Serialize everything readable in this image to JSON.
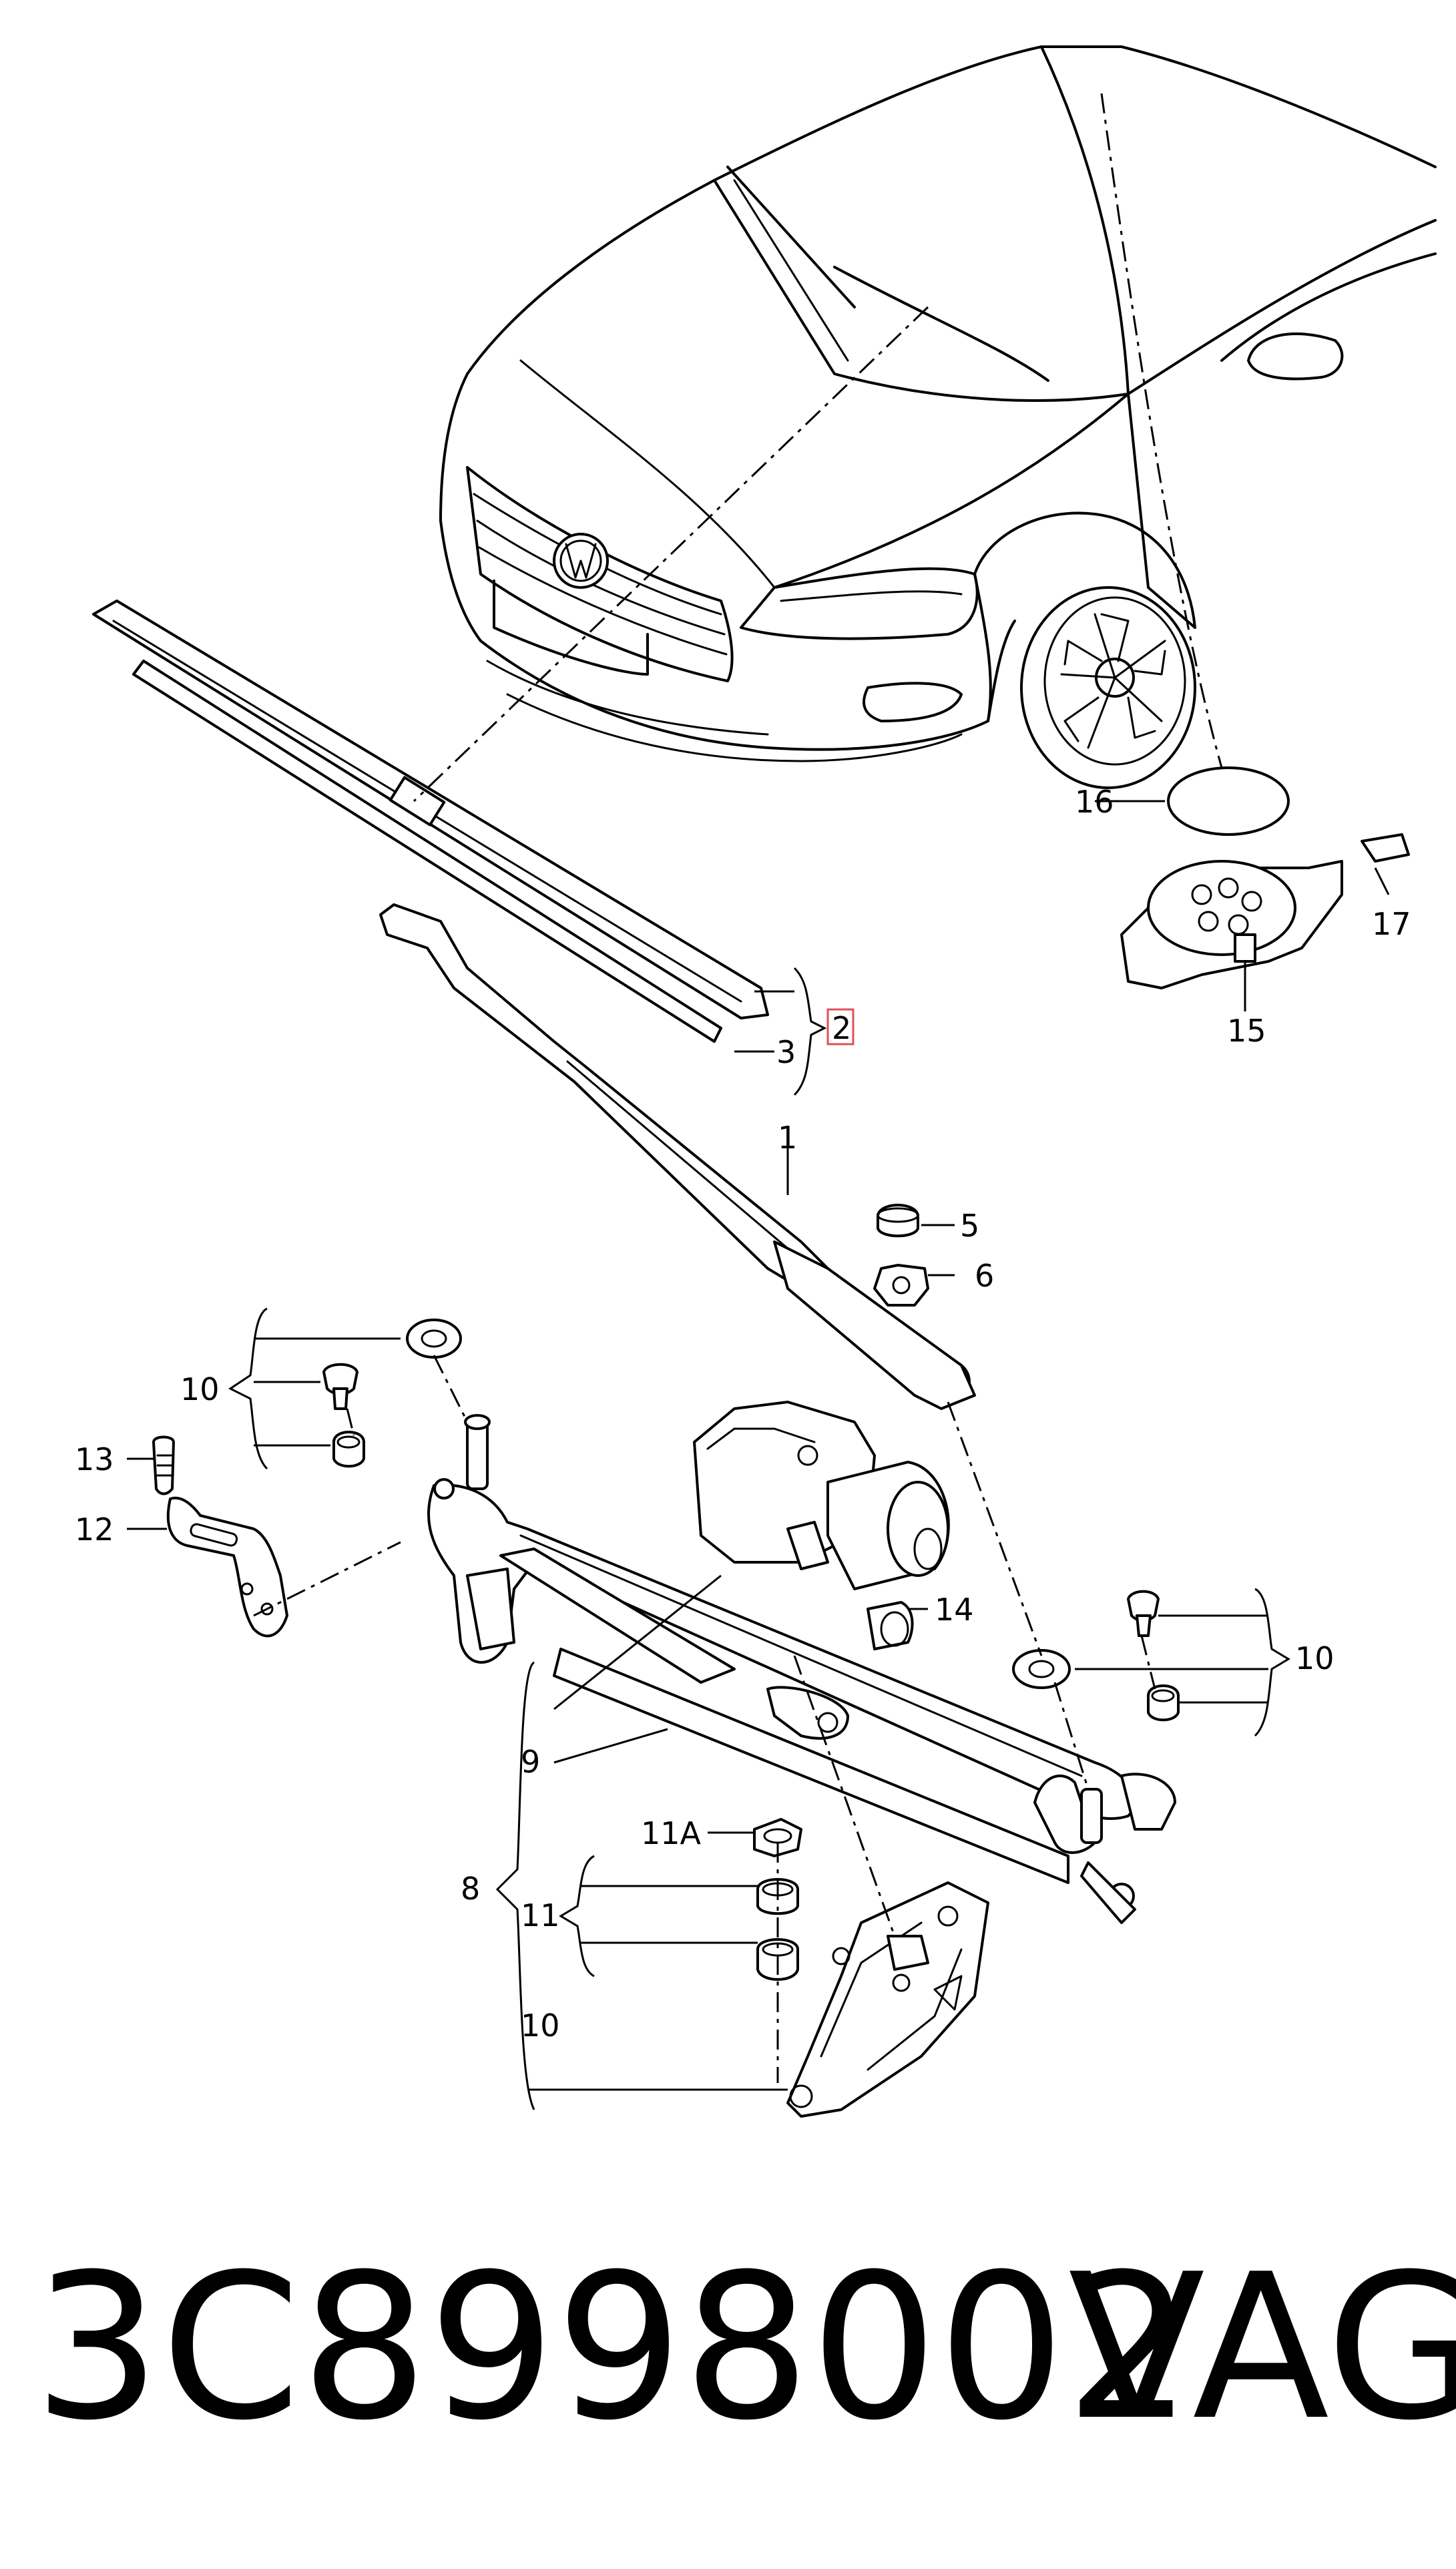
{
  "callouts": {
    "c1": "1",
    "c2": "2",
    "c3": "3",
    "c5": "5",
    "c6": "6",
    "c8": "8",
    "c9": "9",
    "c10a": "10",
    "c10b": "10",
    "c10c": "10",
    "c11": "11",
    "c11a": "11A",
    "c12": "12",
    "c13": "13",
    "c14": "14",
    "c15": "15",
    "c16": "16",
    "c17": "17"
  },
  "footer": {
    "part_number": "3C8998002",
    "brand": "VAG"
  },
  "colors": {
    "highlight_box": "#e0505a",
    "line": "#000000"
  }
}
